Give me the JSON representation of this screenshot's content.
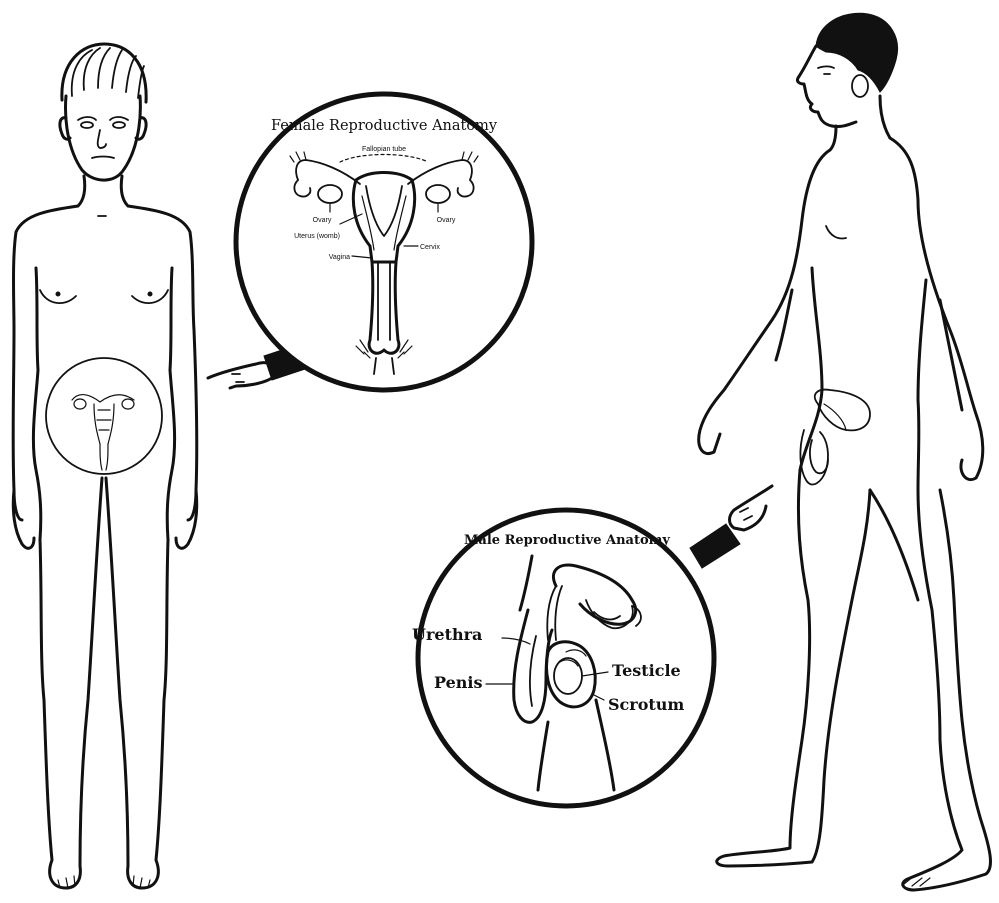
{
  "female_inset": {
    "title": "Female Reproductive Anatomy",
    "labels": {
      "fallopian_tube": "Fallopian tube",
      "ovary_left": "Ovary",
      "ovary_right": "Ovary",
      "uterus": "Uterus (womb)",
      "cervix": "Cervix",
      "vagina": "Vagina"
    }
  },
  "male_inset": {
    "title": "Male Reproductive Anatomy",
    "labels": {
      "urethra": "Urethra",
      "penis": "Penis",
      "testicle": "Testicle",
      "scrotum": "Scrotum"
    }
  }
}
